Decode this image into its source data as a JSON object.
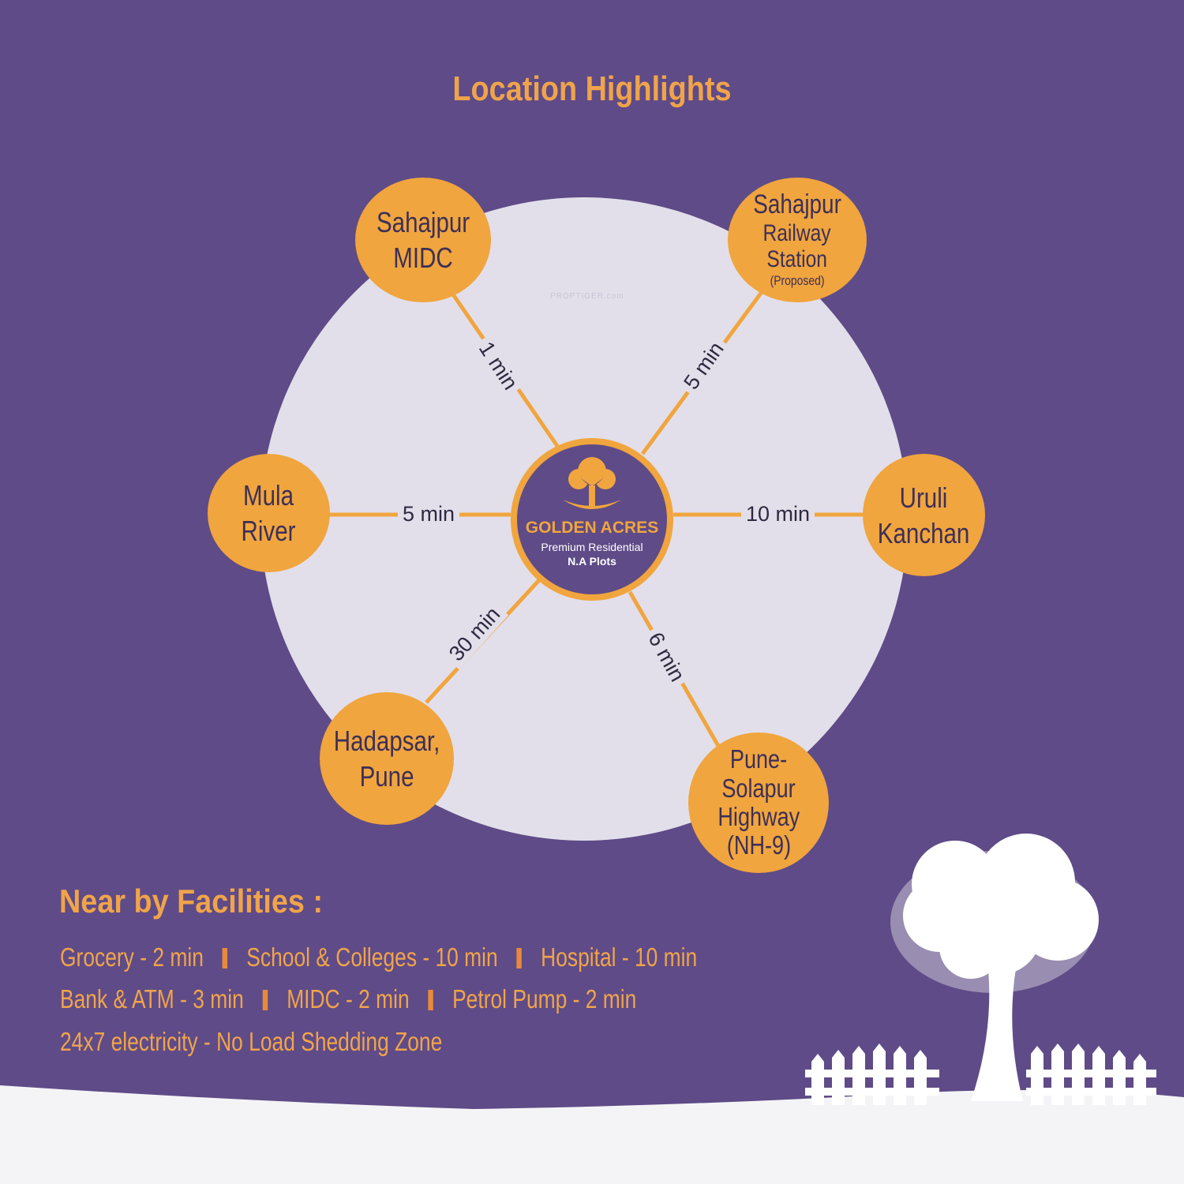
{
  "title": "Location Highlights",
  "watermark": "PROPTIGER.com",
  "center": {
    "brand": "GOLDEN ACRES",
    "subtitle": "Premium Residential",
    "subtitle2": "N.A Plots"
  },
  "locations": [
    {
      "lines": [
        "Sahajpur",
        "MIDC"
      ],
      "time": "1 min"
    },
    {
      "lines": [
        "Sahajpur",
        "Railway",
        "Station",
        "(Proposed)"
      ],
      "time": "5 min"
    },
    {
      "lines": [
        "Uruli",
        "Kanchan"
      ],
      "time": "10 min"
    },
    {
      "lines": [
        "Pune-Solapur",
        "Highway",
        "(NH-9)"
      ],
      "time": "6 min"
    },
    {
      "lines": [
        "Hadapsar,",
        "Pune"
      ],
      "time": "30 min"
    },
    {
      "lines": [
        "Mula",
        "River"
      ],
      "time": "5 min"
    }
  ],
  "facilities": {
    "title": "Near by Facilities :",
    "rows": [
      [
        "Grocery - 2 min",
        "School & Colleges - 10 min",
        "Hospital - 10 min"
      ],
      [
        "Bank & ATM - 3 min",
        "MIDC - 2 min",
        "Petrol Pump - 2 min"
      ],
      [
        "24x7 electricity - No Load Shedding Zone"
      ]
    ]
  },
  "colors": {
    "background": "#5f4b87",
    "accent": "#f0a53e",
    "disc": "#e2dfea",
    "node_text": "#3d2f57"
  },
  "icons": [
    "tree-bird-logo-icon",
    "tree-icon",
    "fence-icon"
  ]
}
